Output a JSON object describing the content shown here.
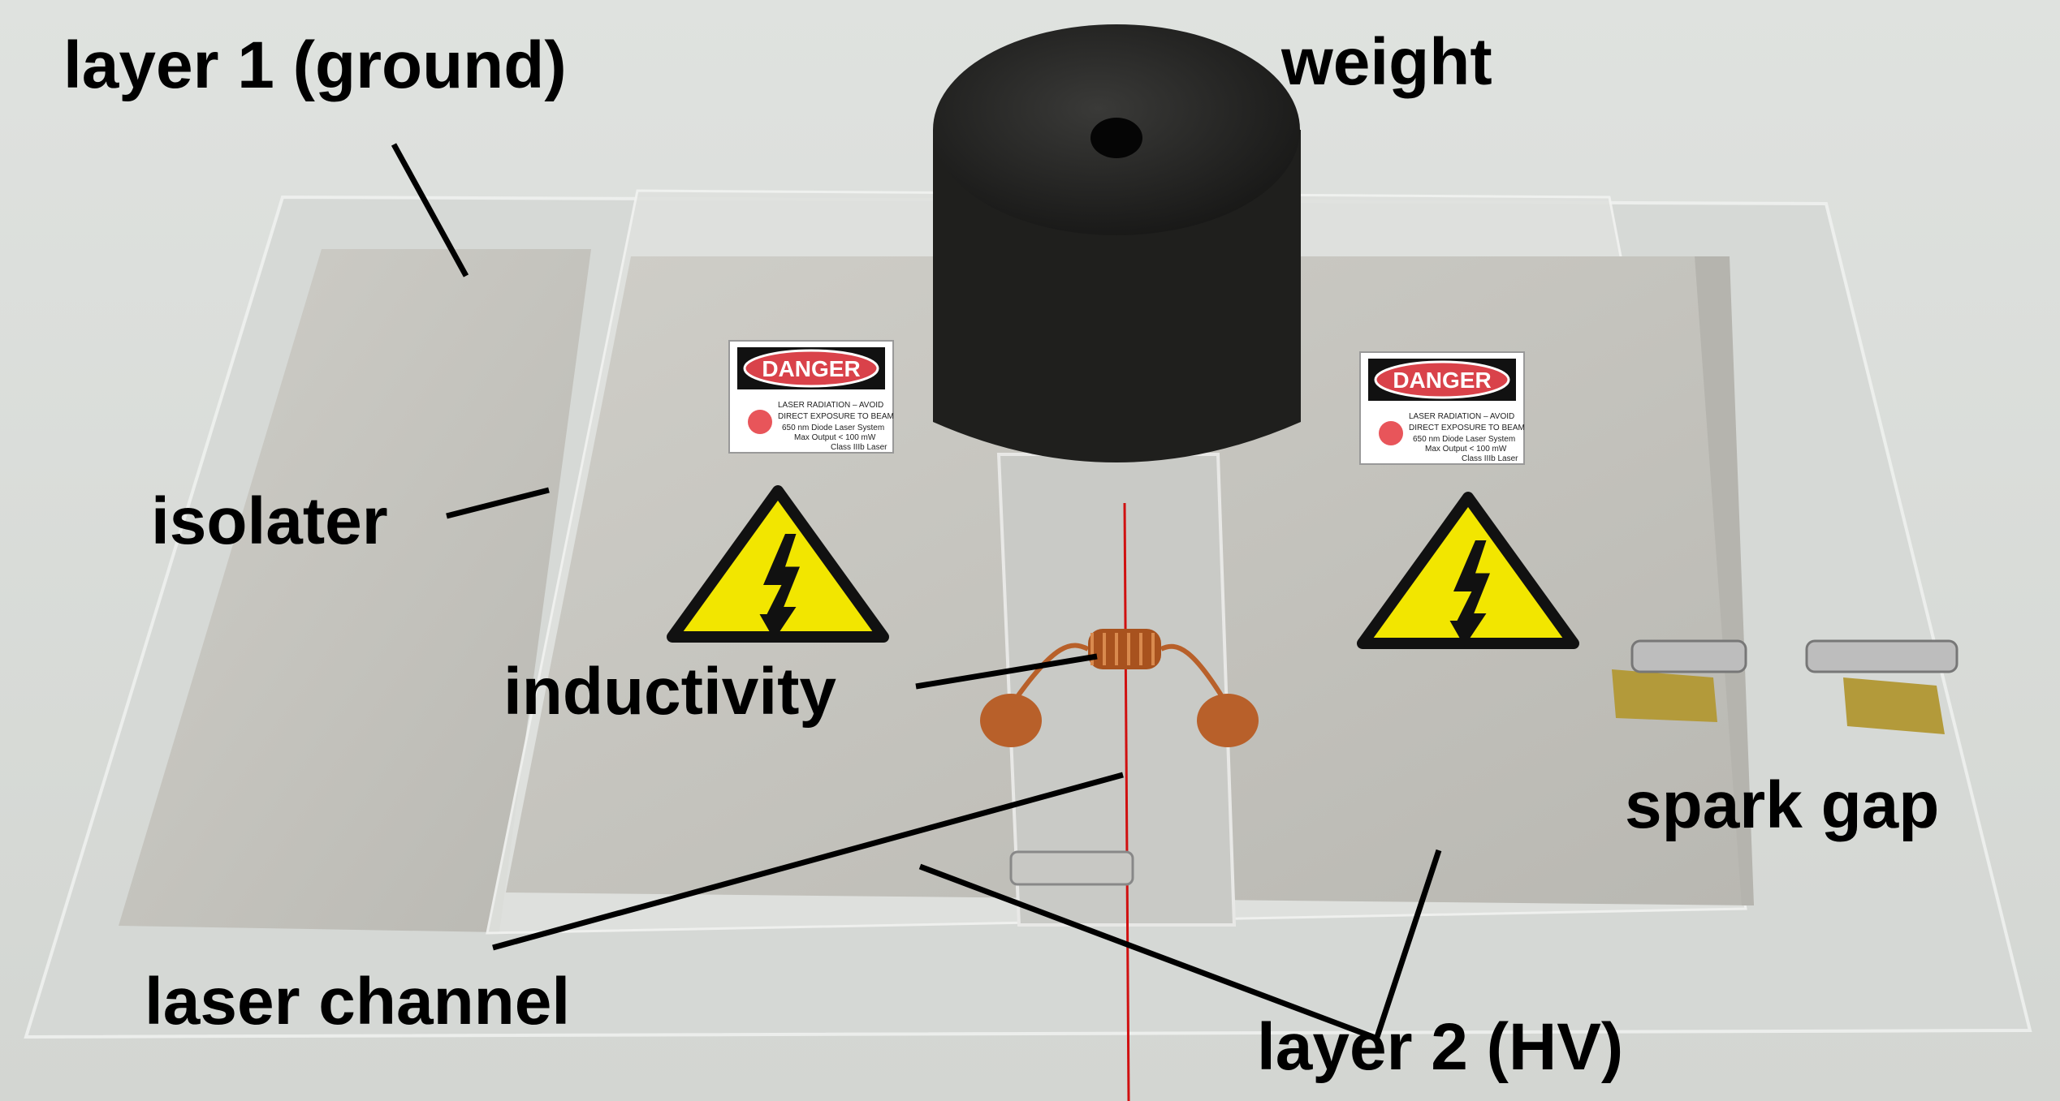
{
  "labels": {
    "layer1": "layer 1 (ground)",
    "weight": "weight",
    "isolater": "isolater",
    "inductivity": "inductivity",
    "spark_gap": "spark gap",
    "laser_channel": "laser channel",
    "layer2": "layer 2 (HV)"
  },
  "danger_sign": {
    "header": "DANGER",
    "line1": "LASER RADIATION – AVOID",
    "line2": "DIRECT EXPOSURE TO BEAM",
    "line3": "650 nm Diode Laser System",
    "line4": "Max Output < 100 mW",
    "line5": "Class IIIb Laser"
  },
  "colors": {
    "background": "#d9dcd8",
    "aluminum": "#c3c2bc",
    "weight": "#1e1e1c",
    "danger_red": "#d9424a",
    "hazard_yellow": "#f2e600",
    "copper": "#b8602a",
    "laser_line": "#d01010"
  }
}
